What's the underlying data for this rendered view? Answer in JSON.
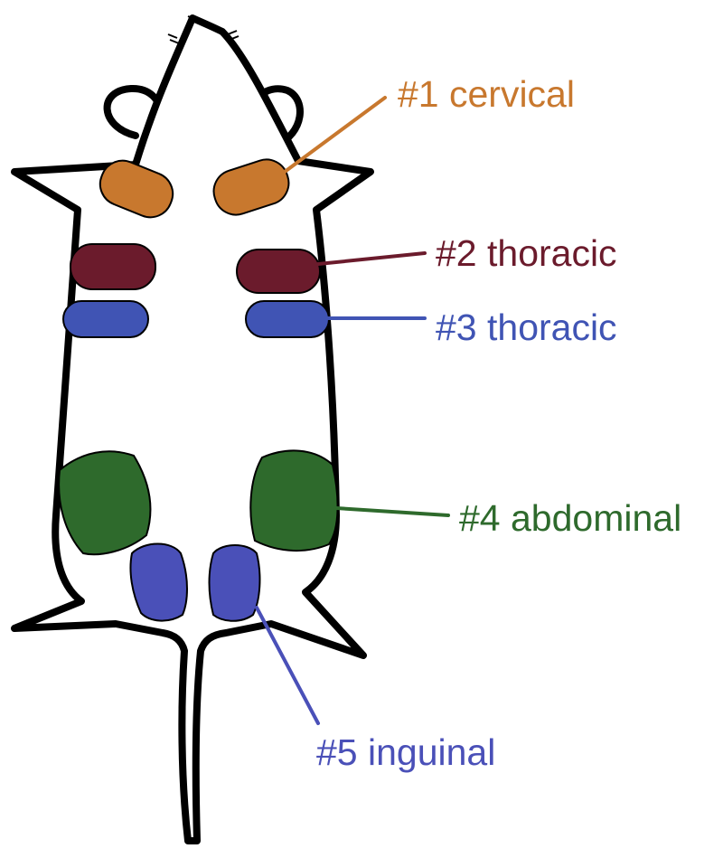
{
  "colors": {
    "outline": "#000000",
    "cervical": "#c8782e",
    "thoracic2": "#6b1b2c",
    "thoracic3": "#4054b4",
    "abdominal": "#2e6a2c",
    "inguinal": "#4a50b8",
    "background": "#ffffff"
  },
  "labels": {
    "cervical": "#1 cervical",
    "thoracic2": "#2 thoracic",
    "thoracic3": "#3 thoracic",
    "abdominal": "#4 abdominal",
    "inguinal": "#5 inguinal"
  }
}
